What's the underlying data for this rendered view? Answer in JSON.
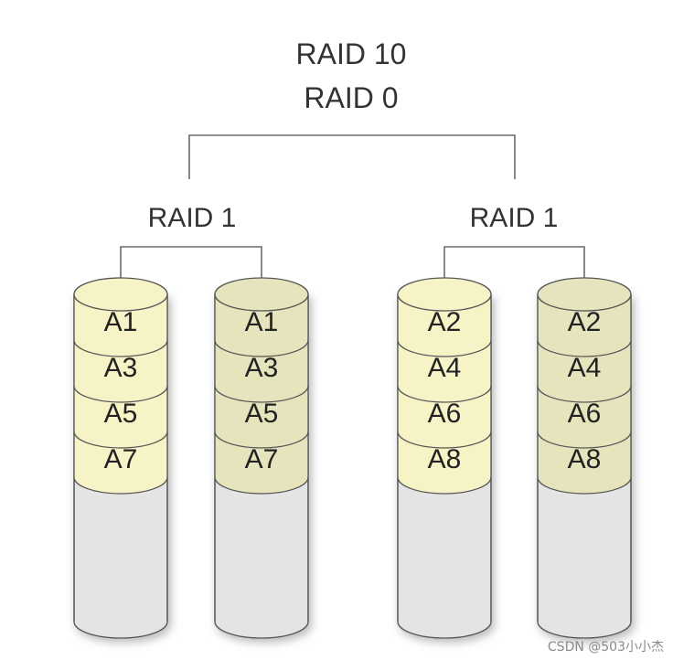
{
  "titles": {
    "top": "RAID 10",
    "sub": "RAID 0"
  },
  "groups": [
    {
      "label": "RAID 1",
      "disks": [
        {
          "blocks": [
            "A1",
            "A3",
            "A5",
            "A7"
          ]
        },
        {
          "blocks": [
            "A1",
            "A3",
            "A5",
            "A7"
          ]
        }
      ]
    },
    {
      "label": "RAID 1",
      "disks": [
        {
          "blocks": [
            "A2",
            "A4",
            "A6",
            "A8"
          ]
        },
        {
          "blocks": [
            "A2",
            "A4",
            "A6",
            "A8"
          ]
        }
      ]
    }
  ],
  "watermark": "CSDN @503小小杰",
  "colors": {
    "data_fill_light": "#f6f3c6",
    "data_fill_mirror": "#e6e4bd",
    "empty_fill": "#e4e4e4",
    "outline": "#555555",
    "connector": "#6b6b6b"
  }
}
